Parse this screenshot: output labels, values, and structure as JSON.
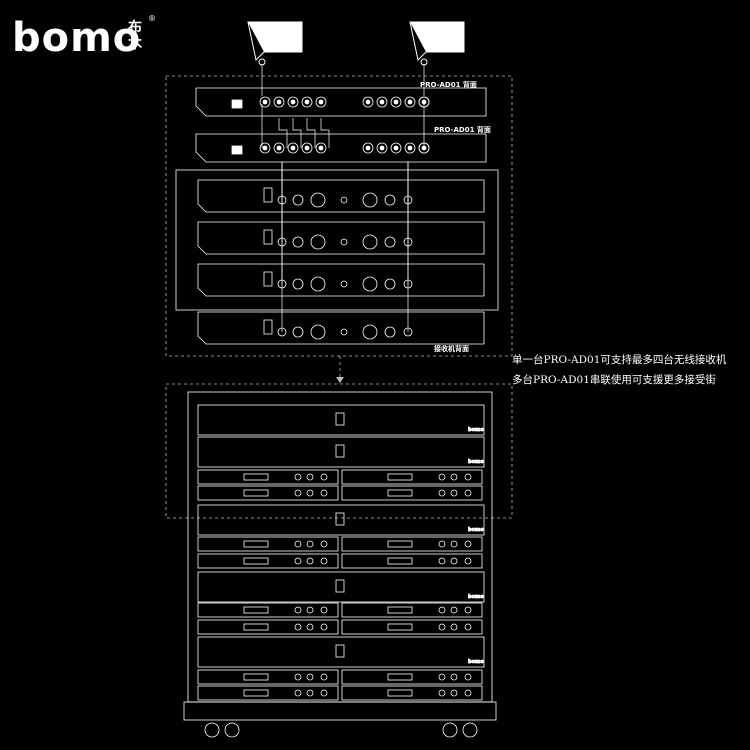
{
  "brand": {
    "logo_text": "bomo",
    "logo_cn": "布木",
    "reg_mark": "®"
  },
  "labels": {
    "distributor_back_1": "PRO-AD01 背面",
    "distributor_back_2": "PRO-AD01 背面",
    "receiver_back": "接收机背面"
  },
  "notes": {
    "line1": "单一台PRO-AD01可支持最多四台无线接收机",
    "line2": "多台PRO-AD01串联使用可支援更多接受街"
  },
  "rack_unit_brand": "bomo",
  "colors": {
    "background": "#000000",
    "line": "#ffffff",
    "dashed": "#bbbbbb"
  }
}
